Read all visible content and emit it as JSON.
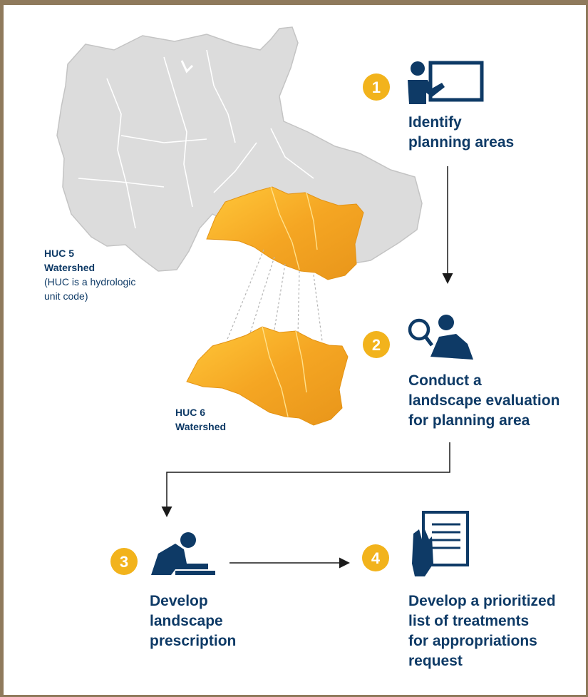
{
  "steps": [
    {
      "number": "1",
      "lines": [
        "Identify",
        "planning areas"
      ]
    },
    {
      "number": "2",
      "lines": [
        "Conduct a",
        "landscape evaluation",
        "for planning area"
      ]
    },
    {
      "number": "3",
      "lines": [
        "Develop",
        "landscape",
        "prescription"
      ]
    },
    {
      "number": "4",
      "lines": [
        "Develop a prioritized",
        "list of treatments",
        "for appropriations",
        "request"
      ]
    }
  ],
  "map_labels": {
    "huc5": {
      "line1": "HUC 5",
      "line2": "Watershed",
      "note1": "(HUC is a hydrologic",
      "note2": "unit code)"
    },
    "huc6": {
      "line1": "HUC 6",
      "line2": "Watershed"
    }
  },
  "icons": {
    "step1": "presenter-board-icon",
    "step2": "magnifier-person-icon",
    "step3": "person-writing-icon",
    "step4": "hand-document-icon"
  },
  "colors": {
    "badge": "#f2b31c",
    "navy": "#0e3a66",
    "watershed": "#f5a623",
    "grey_map": "#d9d9d9",
    "frame": "#8f7a5c"
  }
}
